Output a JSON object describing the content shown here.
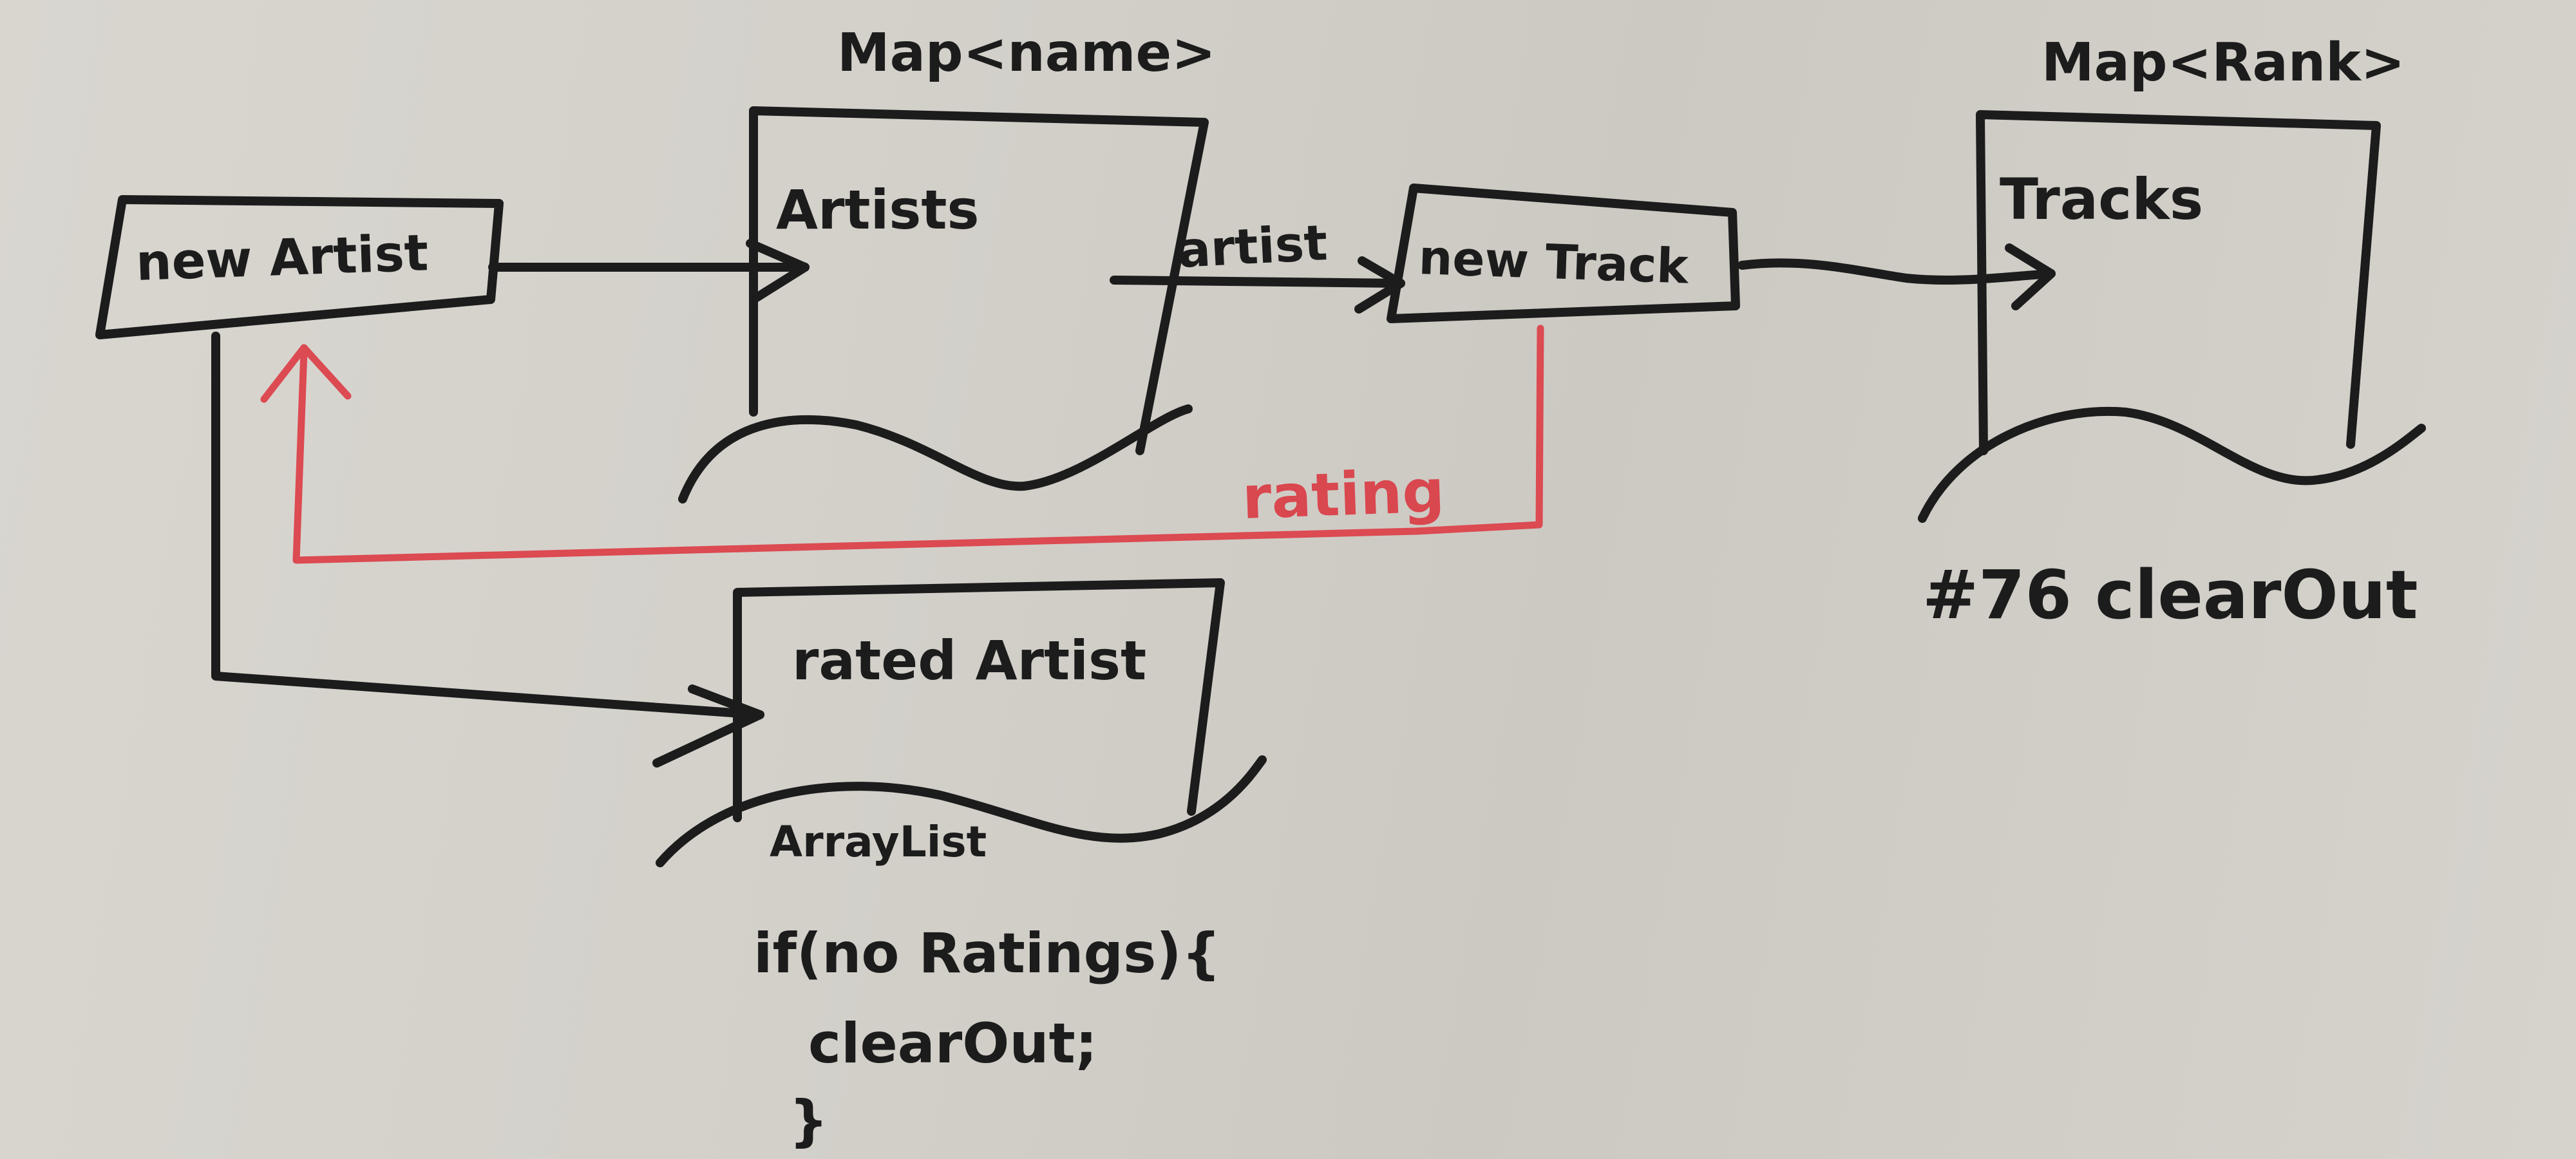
{
  "nodes": {
    "new_artist": {
      "label": "new Artist"
    },
    "artists_map": {
      "type_label": "Map<name>",
      "label": "Artists"
    },
    "new_track": {
      "label": "new Track"
    },
    "tracks_map": {
      "type_label": "Map<Rank>",
      "label": "Tracks"
    },
    "rated_artist": {
      "label": "rated Artist",
      "type_label": "ArrayList"
    }
  },
  "edges": {
    "artist": {
      "label": "artist"
    },
    "rating": {
      "label": "rating",
      "color": "#dc4a52"
    }
  },
  "notes": {
    "issue": "#76 clearOut",
    "code": [
      "if(no Ratings){",
      "clearOut;",
      "}"
    ]
  },
  "colors": {
    "ink": "#1c1c1c",
    "red_ink": "#dc4a52",
    "board": "#d3d0ca"
  }
}
